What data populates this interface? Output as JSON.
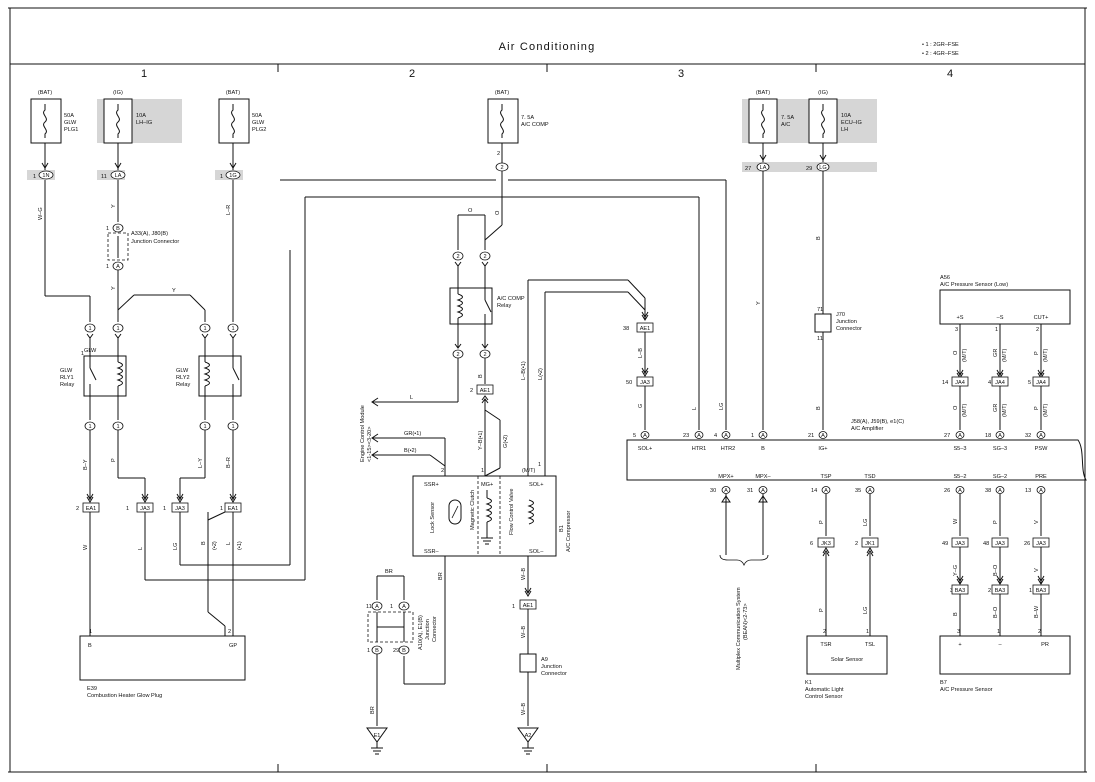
{
  "title": "Air Conditioning",
  "notes": [
    "• 1 : 2GR–FSE",
    "• 2 : 4GR–FSE"
  ],
  "columns": [
    "1",
    "2",
    "3",
    "4"
  ],
  "fuses": [
    {
      "source": "(BAT)",
      "rating": "50A",
      "name1": "GLW",
      "name2": "PLG1",
      "pin": "1",
      "conn": "1N"
    },
    {
      "source": "(IG)",
      "rating": "10A",
      "name1": "LH–IG",
      "name2": "",
      "pin": "11",
      "conn": "LA"
    },
    {
      "source": "(BAT)",
      "rating": "50A",
      "name1": "GLW",
      "name2": "PLG2",
      "pin": "1",
      "conn": "1G"
    },
    {
      "source": "(BAT)",
      "rating": "7. 5A",
      "name1": "A/C COMP",
      "name2": "",
      "pin": "2",
      "conn": "2"
    },
    {
      "source": "(BAT)",
      "rating": "7. 5A",
      "name1": "A/C",
      "name2": "",
      "pin": "27",
      "conn": "LA"
    },
    {
      "source": "(IG)",
      "rating": "10A",
      "name1": "ECU–IG",
      "name2": "LH",
      "pin": "29",
      "conn": "LG"
    }
  ],
  "relays": {
    "rly1": [
      "GLW",
      "RLY1",
      "Relay"
    ],
    "rly2": [
      "GLW",
      "RLY2",
      "Relay"
    ],
    "accomp": [
      "A/C COMP",
      "Relay"
    ]
  },
  "junctions": {
    "a33": [
      "A33(A), J80(B)",
      "Junction Connector"
    ],
    "j70": [
      "J70",
      "Junction",
      "Connector"
    ],
    "a10": [
      "A10(A), E1(B)",
      "Junction",
      "Connector"
    ],
    "a9": [
      "A9",
      "Junction",
      "Connector"
    ]
  },
  "components": {
    "b1": [
      "B1",
      "A/C Compressor"
    ],
    "e39": [
      "E39",
      "Combustion Heater Glow Plug"
    ],
    "amp": [
      "J58(A), J59(B), e1(C)",
      "A/C Amplifier"
    ],
    "a56": [
      "A56",
      "A/C Pressure Sensor (Low)"
    ],
    "k1": [
      "K1",
      "Automatic Light",
      "Control Sensor"
    ],
    "b7": [
      "B7",
      "A/C Pressure Sensor"
    ],
    "solar": "Solar Sensor",
    "ecm": [
      "Engine Control Module",
      "<1-15><3-20>"
    ],
    "mpx": [
      "Multiplex Communication System",
      "(BEAN)<2-73>"
    ]
  },
  "compressor_parts": [
    "Lock Sensor",
    "Magnetic Clutch",
    "Flow Control Valve"
  ],
  "compressor_pins": [
    "SSR+",
    "MG+",
    "SOL+",
    "SSR–",
    "SOL–"
  ],
  "amp_pins_top": [
    "SOL+",
    "HTR1",
    "HTR2",
    "B",
    "IG+",
    "S5–3",
    "SG–3",
    "PSW"
  ],
  "amp_pins_bottom": [
    "MPX+",
    "MPX–",
    "TSP",
    "TSD",
    "S5–2",
    "SG–2",
    "PRE"
  ],
  "a56_pins": [
    "+S",
    "–S",
    "CUT+"
  ],
  "k1_pins": [
    "TSR",
    "TSL"
  ],
  "b7_pins": [
    "+",
    "–",
    "PR"
  ],
  "e39_pins": [
    "B",
    "GP"
  ],
  "grounds": [
    "E1",
    "A2"
  ],
  "wire_colors": {
    "wg": "W–G",
    "y": "Y",
    "lr": "L–R",
    "o": "O",
    "by": "B–Y",
    "p": "P",
    "ly": "L–Y",
    "br_": "B–R",
    "w": "W",
    "l": "L",
    "lg": "LG",
    "b": "B",
    "lb": "L–B",
    "g": "G",
    "gr": "GR",
    "yb": "Y–B",
    "br": "BR",
    "wb": "W–B",
    "v": "V",
    "yg": "Y–G",
    "bo": "B–O",
    "bw": "B–W",
    "lb1": "L–B(•1)",
    "l2": "L(•2)",
    "gr1": "GR(•1)",
    "b2": "B(•2)",
    "yb1": "Y–B(•1)",
    "g2": "G(•2)",
    "b2s": "(•2)",
    "l1s": "(•1)",
    "mt": "(M/T)"
  },
  "connectors": {
    "ea1": "EA1",
    "ja3": "JA3",
    "ae1": "AE1",
    "ja4": "JA4",
    "jk3": "JK3",
    "jk1": "JK1",
    "ba3": "BA3",
    "a": "A",
    "b": "B",
    "one": "1",
    "two": "2"
  }
}
